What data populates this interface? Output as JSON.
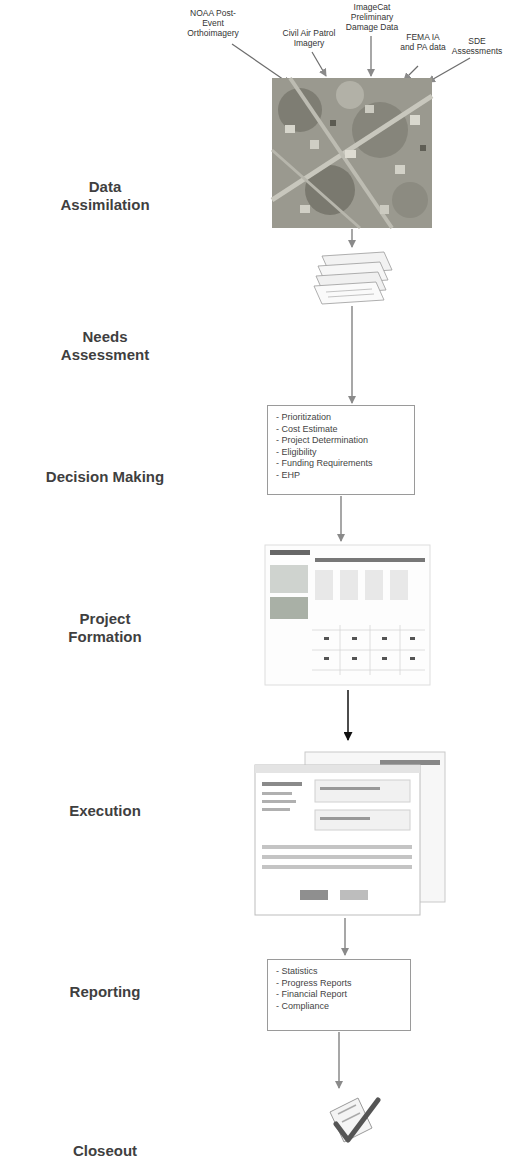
{
  "diagram": {
    "nodes": [
      {
        "text": [
          "- Prioritization",
          "- Cost Estimate",
          "- Project Determination",
          "- Eligibility",
          "- Funding Requirements",
          "- EHP"
        ]
      },
      {
        "text": [
          "- Statistics",
          "- Progress Reports",
          "- Financial Report",
          "- Compliance"
        ]
      }
    ],
    "labels": [
      "NOAA Post-Event Orthoimagery",
      "Civil Air Patrol Imagery",
      "ImageCat Preliminary Damage Data",
      "FEMA IA and PA data",
      "SDE Assessments",
      "Data Assimilation",
      "Needs Assessment",
      "Decision Making",
      "Project Formation",
      "Execution",
      "Reporting",
      "Closeout"
    ]
  }
}
